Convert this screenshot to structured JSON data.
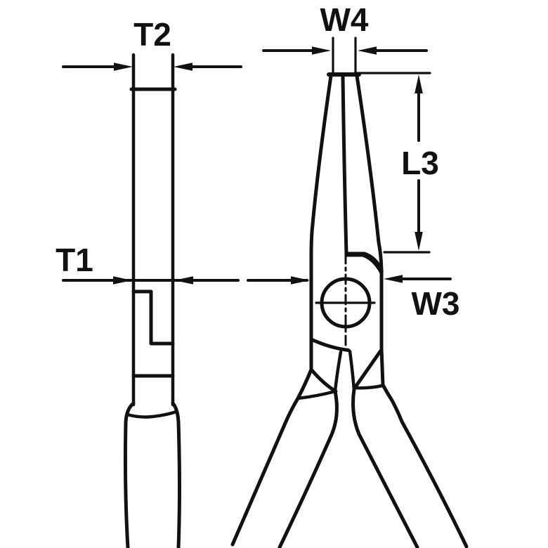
{
  "page": {
    "background_color": "#ffffff"
  },
  "diagram": {
    "kind": "technical-dimension-drawing",
    "subject": "flat long nose pliers shown in side view and front view",
    "colors": {
      "line": "#111111",
      "background": "#ffffff"
    },
    "views": [
      {
        "id": "side-view",
        "dimension_labels": [
          "T2",
          "T1"
        ]
      },
      {
        "id": "front-view",
        "dimension_labels": [
          "W4",
          "L3",
          "W3"
        ]
      }
    ],
    "labels": {
      "t2": "T2",
      "t1": "T1",
      "w4": "W4",
      "l3": "L3",
      "w3": "W3"
    }
  }
}
